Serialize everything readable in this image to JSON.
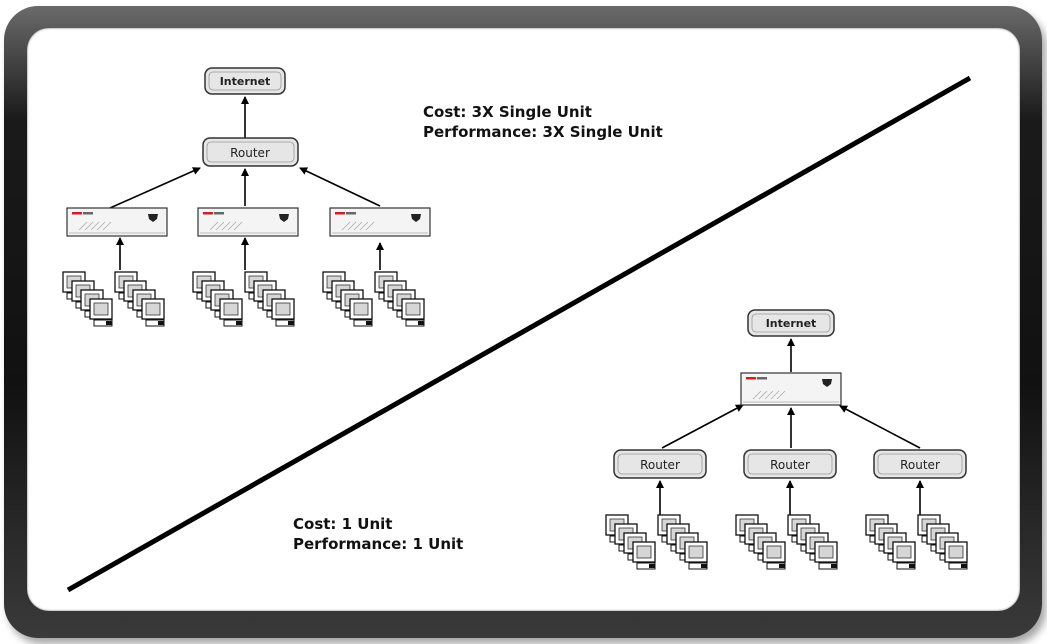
{
  "top_scenario": {
    "internet_label": "Internet",
    "router_label": "Router",
    "cost_text": "Cost: 3X Single Unit",
    "performance_text": "Performance: 3X Single Unit"
  },
  "bottom_scenario": {
    "internet_label": "Internet",
    "router_labels": [
      "Router",
      "Router",
      "Router"
    ],
    "cost_text": "Cost: 1 Unit",
    "performance_text": "Performance: 1 Unit"
  },
  "colors": {
    "frame": "#1a1a1a",
    "box_fill": "#e6e6e6",
    "line": "#000000",
    "accent": "#cc2222"
  }
}
